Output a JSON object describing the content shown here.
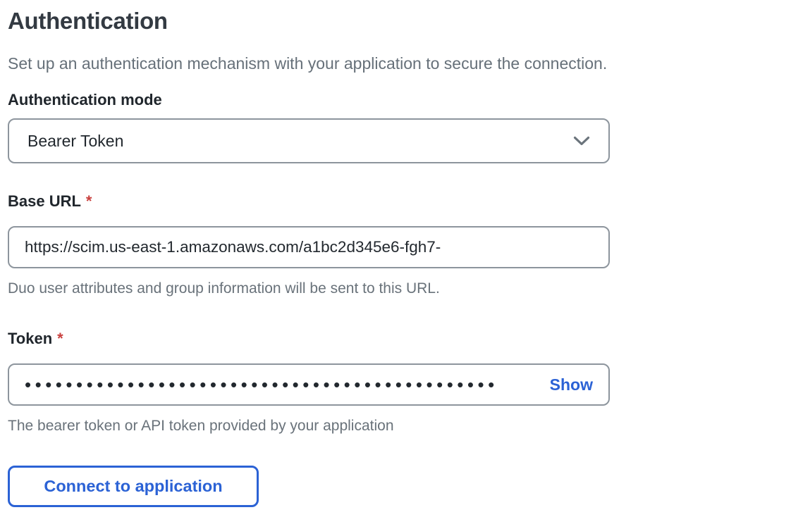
{
  "page": {
    "title": "Authentication",
    "subtitle": "Set up an authentication mechanism with your application to secure the connection."
  },
  "fields": {
    "auth_mode": {
      "label": "Authentication mode",
      "selected_value": "Bearer Token"
    },
    "base_url": {
      "label": "Base URL",
      "required_marker": "*",
      "value": "https://scim.us-east-1.amazonaws.com/a1bc2d345e6-fgh7-",
      "help": "Duo user attributes and group information will be sent to this URL."
    },
    "token": {
      "label": "Token",
      "required_marker": "*",
      "masked_value": "••••••••••••••••••••••••••••••••••••••••••••••",
      "show_label": "Show",
      "help": "The bearer token or API token provided by your application"
    }
  },
  "actions": {
    "connect_label": "Connect to application"
  },
  "icons": {
    "chevron_down": "chevron-down-icon"
  },
  "colors": {
    "accent_blue": "#2b62d5",
    "required_red": "#c9403e",
    "border_gray": "#8d959d",
    "title_dark": "#333a42",
    "muted_gray": "#69727a"
  }
}
